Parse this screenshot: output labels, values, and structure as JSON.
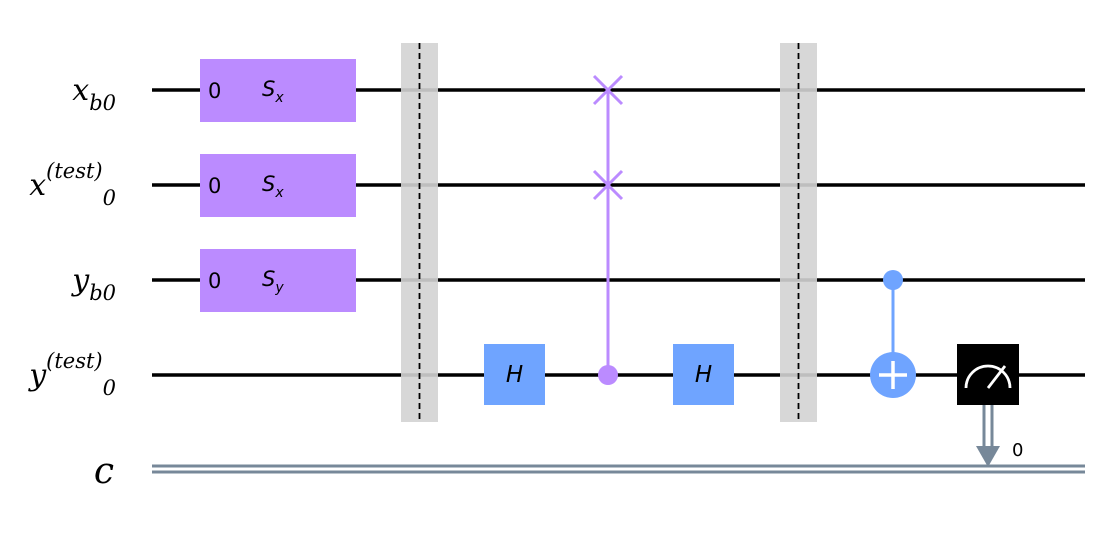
{
  "colors": {
    "initialize_gate": "#bb8bff",
    "h_gate": "#6fa4ff",
    "swap": "#bb8bff",
    "cnot": "#6fa4ff",
    "measure_box": "#000000",
    "barrier": "#d3d3d3",
    "classical_wire": "#778899",
    "wire": "#000000"
  },
  "registers": [
    {
      "base": "x",
      "sup": "",
      "sub": "b0"
    },
    {
      "base": "x",
      "sup": "(test)",
      "sub": "0"
    },
    {
      "base": "y",
      "sup": "",
      "sub": "b0"
    },
    {
      "base": "y",
      "sup": "(test)",
      "sub": "0"
    }
  ],
  "classical_register": {
    "label": "c",
    "bit_index": "0"
  },
  "initialize_gates": [
    {
      "digit": "0",
      "name": "S",
      "sub": "x"
    },
    {
      "digit": "0",
      "name": "S",
      "sub": "x"
    },
    {
      "digit": "0",
      "name": "S",
      "sub": "y"
    }
  ],
  "h_gates": [
    {
      "label": "H"
    },
    {
      "label": "H"
    }
  ],
  "swap": {
    "qubits": [
      "x_b0",
      "x(test)_0"
    ],
    "control": "y(test)_0",
    "icon": "cross-icon"
  },
  "cnot": {
    "control": "y_b0",
    "target": "y(test)_0",
    "icon": "plus-circle-icon"
  },
  "measure": {
    "qubit": "y(test)_0",
    "clbit": "c_0",
    "icon": "meter-icon"
  },
  "barrier_count": 2
}
